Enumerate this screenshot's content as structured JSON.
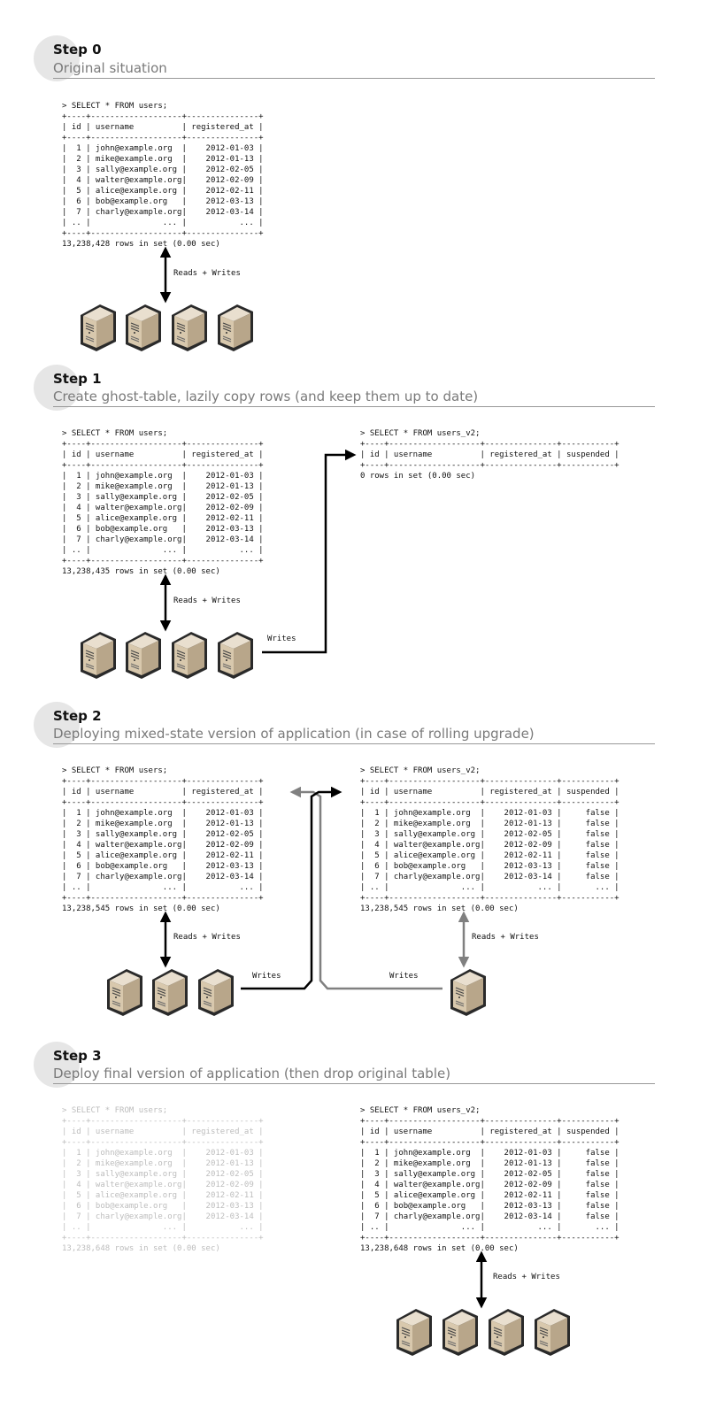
{
  "steps": [
    {
      "title": "Step 0",
      "subtitle": "Original situation",
      "users_table": "> SELECT * FROM users;\n+----+-------------------+---------------+\n| id | username          | registered_at |\n+----+-------------------+---------------+\n|  1 | john@example.org  |    2012-01-03 |\n|  2 | mike@example.org  |    2012-01-13 |\n|  3 | sally@example.org |    2012-02-05 |\n|  4 | walter@example.org|    2012-02-09 |\n|  5 | alice@example.org |    2012-02-11 |\n|  6 | bob@example.org   |    2012-03-13 |\n|  7 | charly@example.org|    2012-03-14 |\n| .. |               ... |           ... |\n+----+-------------------+---------------+\n13,238,428 rows in set (0.00 sec)",
      "link_label": "Reads + Writes"
    },
    {
      "title": "Step 1",
      "subtitle": "Create ghost-table, lazily copy rows (and keep them up to date)",
      "users_table": "> SELECT * FROM users;\n+----+-------------------+---------------+\n| id | username          | registered_at |\n+----+-------------------+---------------+\n|  1 | john@example.org  |    2012-01-03 |\n|  2 | mike@example.org  |    2012-01-13 |\n|  3 | sally@example.org |    2012-02-05 |\n|  4 | walter@example.org|    2012-02-09 |\n|  5 | alice@example.org |    2012-02-11 |\n|  6 | bob@example.org   |    2012-03-13 |\n|  7 | charly@example.org|    2012-03-14 |\n| .. |               ... |           ... |\n+----+-------------------+---------------+\n13,238,435 rows in set (0.00 sec)",
      "v2_table": "> SELECT * FROM users_v2;\n+----+-------------------+---------------+-----------+\n| id | username          | registered_at | suspended |\n+----+-------------------+---------------+-----------+\n0 rows in set (0.00 sec)",
      "link_label": "Reads + Writes",
      "writes_label": "Writes"
    },
    {
      "title": "Step 2",
      "subtitle": "Deploying mixed-state version of application (in case of rolling upgrade)",
      "users_table": "> SELECT * FROM users;\n+----+-------------------+---------------+\n| id | username          | registered_at |\n+----+-------------------+---------------+\n|  1 | john@example.org  |    2012-01-03 |\n|  2 | mike@example.org  |    2012-01-13 |\n|  3 | sally@example.org |    2012-02-05 |\n|  4 | walter@example.org|    2012-02-09 |\n|  5 | alice@example.org |    2012-02-11 |\n|  6 | bob@example.org   |    2012-03-13 |\n|  7 | charly@example.org|    2012-03-14 |\n| .. |               ... |           ... |\n+----+-------------------+---------------+\n13,238,545 rows in set (0.00 sec)",
      "v2_table": "> SELECT * FROM users_v2;\n+----+-------------------+---------------+-----------+\n| id | username          | registered_at | suspended |\n+----+-------------------+---------------+-----------+\n|  1 | john@example.org  |    2012-01-03 |     false |\n|  2 | mike@example.org  |    2012-01-13 |     false |\n|  3 | sally@example.org |    2012-02-05 |     false |\n|  4 | walter@example.org|    2012-02-09 |     false |\n|  5 | alice@example.org |    2012-02-11 |     false |\n|  6 | bob@example.org   |    2012-03-13 |     false |\n|  7 | charly@example.org|    2012-03-14 |     false |\n| .. |               ... |           ... |       ... |\n+----+-------------------+---------------+-----------+\n13,238,545 rows in set (0.00 sec)",
      "link_label_left": "Reads + Writes",
      "link_label_right": "Reads + Writes",
      "writes_label_left": "Writes",
      "writes_label_right": "Writes"
    },
    {
      "title": "Step 3",
      "subtitle": "Deploy final version of application (then drop original table)",
      "users_table": "> SELECT * FROM users;\n+----+-------------------+---------------+\n| id | username          | registered_at |\n+----+-------------------+---------------+\n|  1 | john@example.org  |    2012-01-03 |\n|  2 | mike@example.org  |    2012-01-13 |\n|  3 | sally@example.org |    2012-02-05 |\n|  4 | walter@example.org|    2012-02-09 |\n|  5 | alice@example.org |    2012-02-11 |\n|  6 | bob@example.org   |    2012-03-13 |\n|  7 | charly@example.org|    2012-03-14 |\n| .. |               ... |           ... |\n+----+-------------------+---------------+\n13,238,648 rows in set (0.00 sec)",
      "v2_table": "> SELECT * FROM users_v2;\n+----+-------------------+---------------+-----------+\n| id | username          | registered_at | suspended |\n+----+-------------------+---------------+-----------+\n|  1 | john@example.org  |    2012-01-03 |     false |\n|  2 | mike@example.org  |    2012-01-13 |     false |\n|  3 | sally@example.org |    2012-02-05 |     false |\n|  4 | walter@example.org|    2012-02-09 |     false |\n|  5 | alice@example.org |    2012-02-11 |     false |\n|  6 | bob@example.org   |    2012-03-13 |     false |\n|  7 | charly@example.org|    2012-03-14 |     false |\n| .. |               ... |           ... |       ... |\n+----+-------------------+---------------+-----------+\n13,238,648 rows in set (0.00 sec)",
      "link_label": "Reads + Writes"
    }
  ],
  "colors": {
    "arrow_dark": "#000000",
    "arrow_gray": "#808080",
    "server_body": "#d9c9b0",
    "server_outline": "#1a1a1a",
    "faded_text": "#bdbdbd"
  },
  "icons": [
    "server-icon"
  ]
}
